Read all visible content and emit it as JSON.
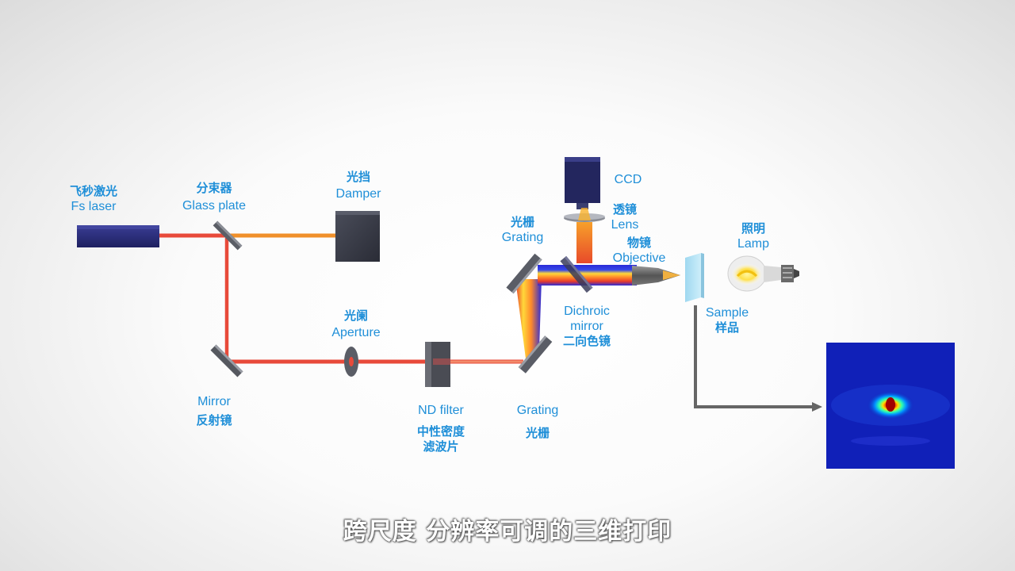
{
  "labels": {
    "laser": {
      "zh": "飞秒激光",
      "en": "Fs laser"
    },
    "splitter": {
      "zh": "分束器",
      "en": "Glass  plate"
    },
    "damper": {
      "zh": "光挡",
      "en": "Damper"
    },
    "aperture": {
      "zh": "光阑",
      "en": "Aperture"
    },
    "mirror": {
      "en": "Mirror",
      "zh": "反射镜"
    },
    "nd_filter": {
      "en": "ND  filter",
      "zh1": "中性密度",
      "zh2": "滤波片"
    },
    "grating_bottom": {
      "en": "Grating",
      "zh": "光栅"
    },
    "grating_top": {
      "zh": "光栅",
      "en": "Grating"
    },
    "dichroic": {
      "en1": "Dichroic",
      "en2": "mirror",
      "zh": "二向色镜"
    },
    "ccd": {
      "en": "CCD"
    },
    "lens": {
      "zh": "透镜",
      "en": "Lens"
    },
    "objective": {
      "zh": "物镜",
      "en": "Objective"
    },
    "lamp": {
      "zh": "照明",
      "en": "Lamp"
    },
    "sample": {
      "en": "Sample",
      "zh": "样品"
    }
  },
  "subtitle": "跨尺度 分辨率可调的三维打印",
  "colors": {
    "label": "#1f8fd8",
    "beam_red": "#e84a3a",
    "beam_orange": "#f0902a",
    "laser_body": "#2c2f7c",
    "ccd_body": "#23265e",
    "damper_body": "#3b3e4a",
    "arrow": "#666666",
    "image_bg": "#1020b8"
  }
}
